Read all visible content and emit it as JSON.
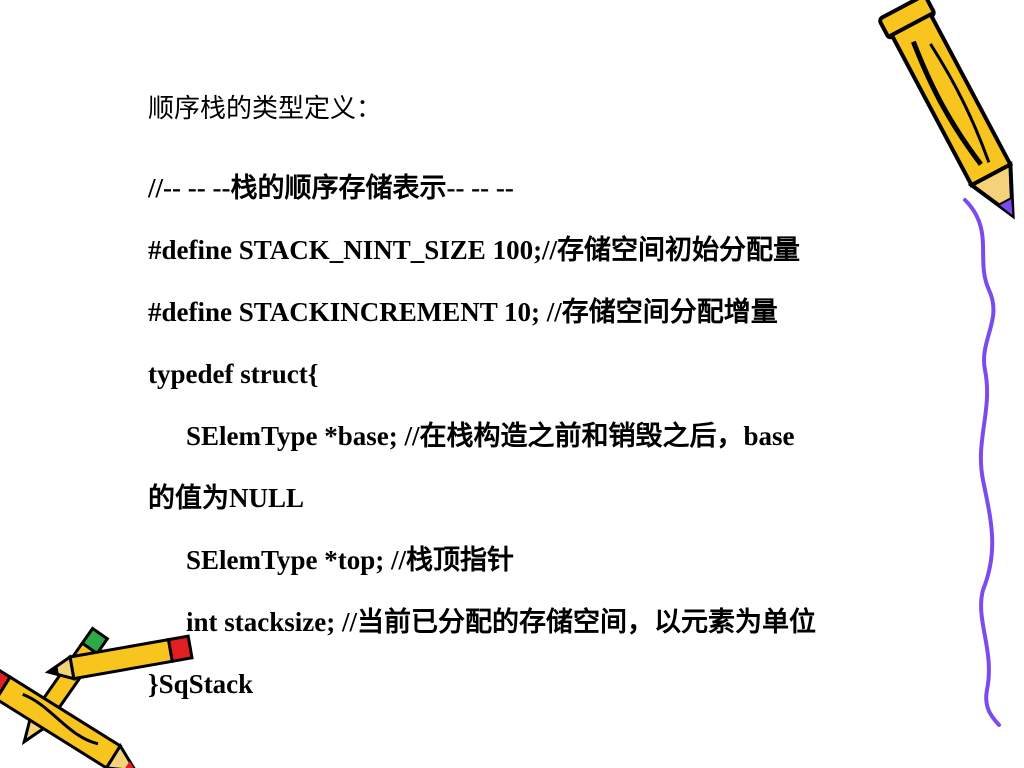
{
  "slide": {
    "heading": "顺序栈的类型定义：",
    "code_lines": [
      "//-- -- --栈的顺序存储表示-- -- --",
      "#define STACK_NINT_SIZE 100;//存储空间初始分配量",
      "#define STACKINCREMENT 10; //存储空间分配增量",
      "typedef struct{",
      "SElemType *base; //在栈构造之前和销毁之后，base",
      "的值为NULL",
      "SElemType *top; //栈顶指针",
      "int stacksize; //当前已分配的存储空间，以元素为单位",
      "}SqStack"
    ]
  },
  "decorations": {
    "top_right": "pencil-icon",
    "right_edge": "squiggle-line",
    "bottom_left": "pencils-icon",
    "colors": {
      "pencil_body": "#f7c51e",
      "pencil_outline": "#000000",
      "pencil_tip": "#7a4cf0",
      "eraser_red": "#e02020",
      "eraser_green": "#2fa84a",
      "squiggle": "#7a4cf0"
    }
  }
}
